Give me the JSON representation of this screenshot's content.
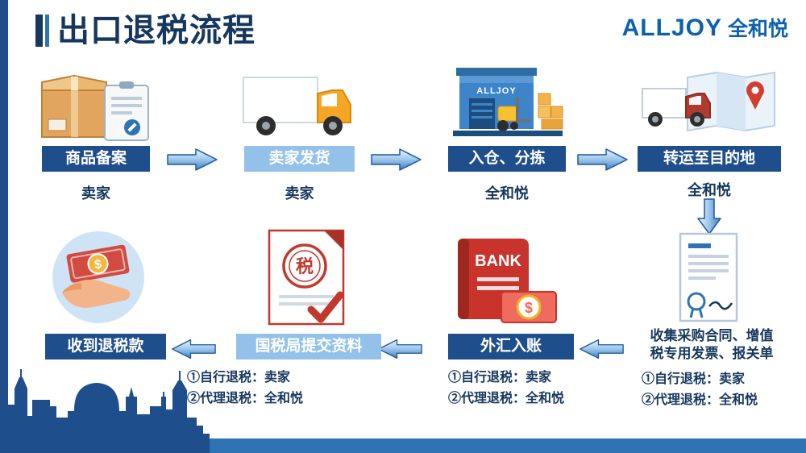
{
  "header": {
    "title": "出口退税流程",
    "logo_en": "ALLJOY",
    "logo_cn": "全和悦"
  },
  "steps": {
    "registration": {
      "label": "商品备案",
      "actor": "卖家"
    },
    "shipping": {
      "label": "卖家发货",
      "actor": "卖家"
    },
    "warehouse": {
      "label": "入仓、分拣",
      "actor": "全和悦"
    },
    "transport": {
      "label": "转运至目的地",
      "actor": "全和悦"
    },
    "collect_docs": {
      "label_lines": [
        "收集采购合同、增值",
        "税专用发票、报关单"
      ],
      "notes": [
        "①自行退税：卖家",
        "②代理退税：全和悦"
      ]
    },
    "forex": {
      "label": "外汇入账",
      "notes": [
        "①自行退税：卖家",
        "②代理退税：全和悦"
      ]
    },
    "tax_bureau": {
      "label": "国税局提交资料",
      "notes": [
        "①自行退税：卖家",
        "②代理退税：全和悦"
      ]
    },
    "refund": {
      "label": "收到退税款"
    }
  },
  "icon_text": {
    "warehouse_sign": "ALLJOY",
    "bank_book": "BANK",
    "tax_seal": "税",
    "dollar": "$"
  },
  "icons": {
    "step1": "package-clipboard-icon",
    "step2": "delivery-truck-icon",
    "step3": "warehouse-forklift-icon",
    "step4": "transport-map-pin-icon",
    "step5": "purchase-documents-icon",
    "step6": "bank-passbook-icon",
    "step7": "tax-document-icon",
    "step8": "hand-receiving-money-icon",
    "arrows": "flow-arrow-icon",
    "skyline": "city-skyline-silhouette"
  },
  "colors": {
    "primary_dark": "#1f4e8c",
    "primary_light": "#93c1ea",
    "title_navy": "#17375e",
    "logo_blue": "#0e62ad",
    "accent_red": "#c1392d",
    "accent_orange": "#f5a623",
    "bottom_bar": "#2e74b5"
  }
}
